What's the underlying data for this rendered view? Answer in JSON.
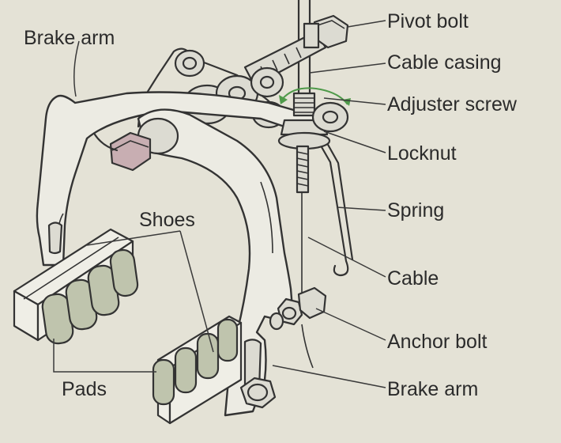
{
  "labels": {
    "pivot_bolt": "Pivot bolt",
    "cable_casing": "Cable casing",
    "adjuster_screw": "Adjuster screw",
    "locknut": "Locknut",
    "spring": "Spring",
    "cable": "Cable",
    "anchor_bolt": "Anchor bolt",
    "brake_arm_lower": "Brake arm",
    "brake_arm_upper": "Brake arm",
    "shoes": "Shoes",
    "pads": "Pads"
  },
  "colors": {
    "background": "#e4e2d6",
    "metal": "#ecebe3",
    "pad": "#bfc4ad",
    "bolt_head": "#c8aeb2",
    "adjuster_arrow": "#4f9a4a"
  }
}
